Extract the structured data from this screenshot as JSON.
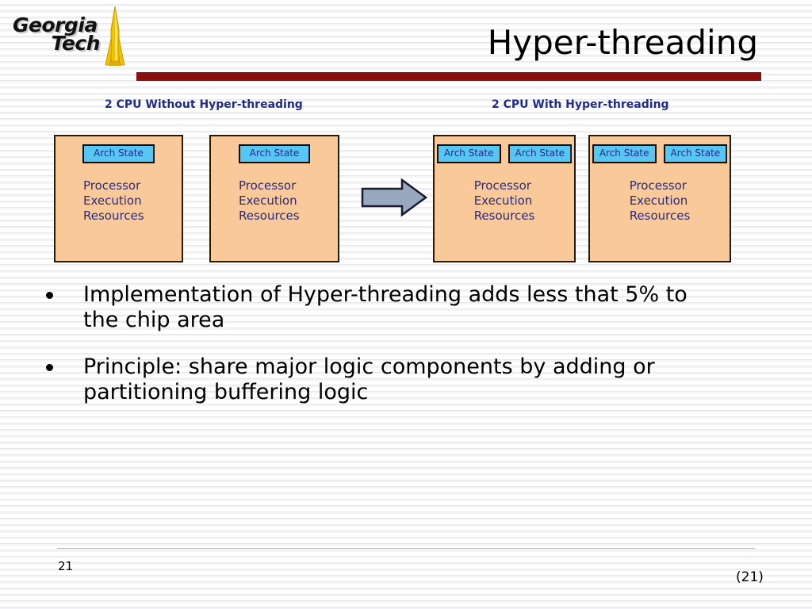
{
  "slide": {
    "title": "Hyper-threading",
    "accent_color": "#8b0f0f",
    "background_color": "#ffffff"
  },
  "logo": {
    "line1": "Georgia",
    "line2": "Tech",
    "icon": "gt-tower-icon",
    "tower_color": "#f2c200"
  },
  "diagram": {
    "heading_left": "2 CPU Without Hyper-threading",
    "heading_right": "2 CPU With Hyper-threading",
    "heading_color": "#1f2d8a",
    "box_fill": "#fac999",
    "box_border": "#231a10",
    "arch_fill": "#55c7f2",
    "arch_text_color": "#1f2d8a",
    "body_text_color": "#2b2b7a",
    "arrow_fill": "#98a8bf",
    "arrow_border": "#1a1a2e",
    "arrow_icon": "right-block-arrow-icon",
    "cpus": [
      {
        "id": "cpu-1",
        "arch_states": [
          "Arch State"
        ],
        "lines": [
          "Processor",
          "Execution",
          "Resources"
        ]
      },
      {
        "id": "cpu-2",
        "arch_states": [
          "Arch State"
        ],
        "lines": [
          "Processor",
          "Execution",
          "Resources"
        ]
      },
      {
        "id": "cpu-3",
        "arch_states": [
          "Arch State",
          "Arch State"
        ],
        "lines": [
          "Processor",
          "Execution",
          "Resources"
        ]
      },
      {
        "id": "cpu-4",
        "arch_states": [
          "Arch State",
          "Arch State"
        ],
        "lines": [
          "Processor",
          "Execution",
          "Resources"
        ]
      }
    ]
  },
  "bullets": [
    "Implementation of Hyper-threading adds less that 5% to the chip area",
    "Principle: share major logic components by adding or partitioning buffering logic"
  ],
  "footer": {
    "page_number": "21",
    "page_number_paren": "(21)"
  }
}
